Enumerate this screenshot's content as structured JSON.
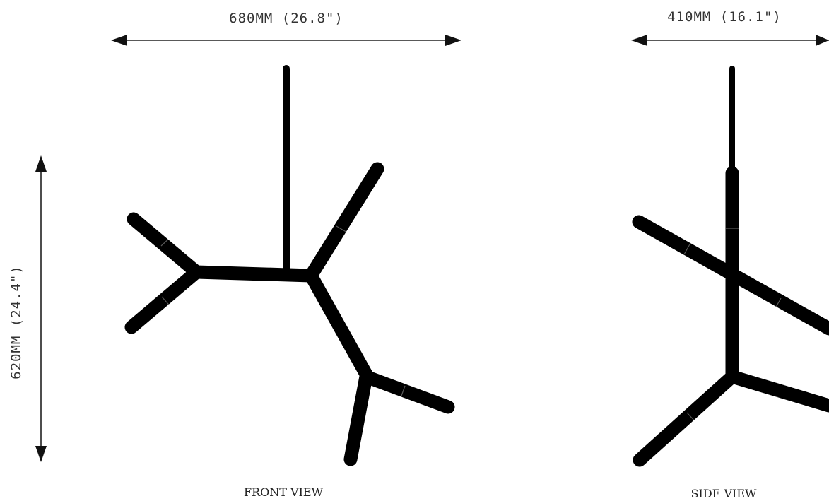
{
  "dimensions": {
    "width": "680MM (26.8\")",
    "depth": "410MM (16.1\")",
    "height": "620MM (24.4\")"
  },
  "views": {
    "front": "FRONT VIEW",
    "side": "SIDE VIEW"
  },
  "colors": {
    "ink": "#000000",
    "dimension_line": "#222222",
    "background": "#ffffff"
  }
}
